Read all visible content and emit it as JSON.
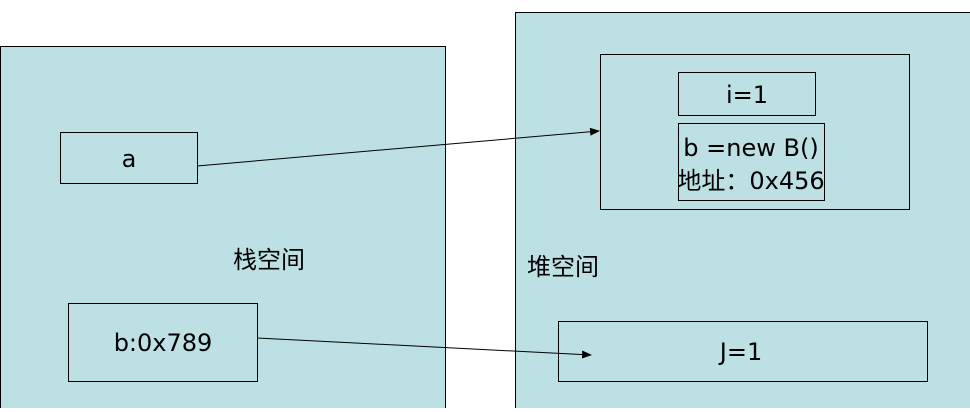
{
  "diagram": {
    "colors": {
      "panel_fill": "#bce0e3",
      "stroke": "#000000",
      "text": "#000000"
    },
    "stack": {
      "label": "栈空间",
      "var_a": "a",
      "var_b": "b:0x789"
    },
    "heap": {
      "label": "堆空间",
      "field_i": "i=1",
      "field_b": "b =new B()",
      "address": "地址：0x456",
      "field_j": "J=1"
    }
  }
}
